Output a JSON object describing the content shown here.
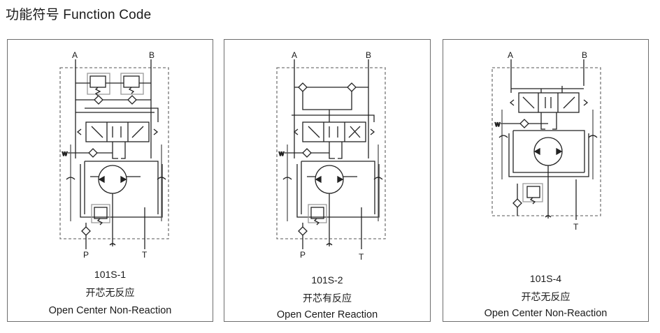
{
  "page": {
    "title": "功能符号 Function Code"
  },
  "panels": [
    {
      "code": "101S-1",
      "cn_label": "开芯无反应",
      "en_label": "Open Center Non-Reaction",
      "ports": {
        "a": "A",
        "b": "B",
        "p": "P",
        "t": "T"
      }
    },
    {
      "code": "101S-2",
      "cn_label": "开芯有反应",
      "en_label": "Open Center Reaction",
      "ports": {
        "a": "A",
        "b": "B",
        "p": "P",
        "t": "T"
      }
    },
    {
      "code": "101S-4",
      "cn_label": "开芯无反应",
      "en_label": "Open Center Non-Reaction",
      "ports": {
        "a": "A",
        "b": "B",
        "t": "T"
      }
    }
  ]
}
